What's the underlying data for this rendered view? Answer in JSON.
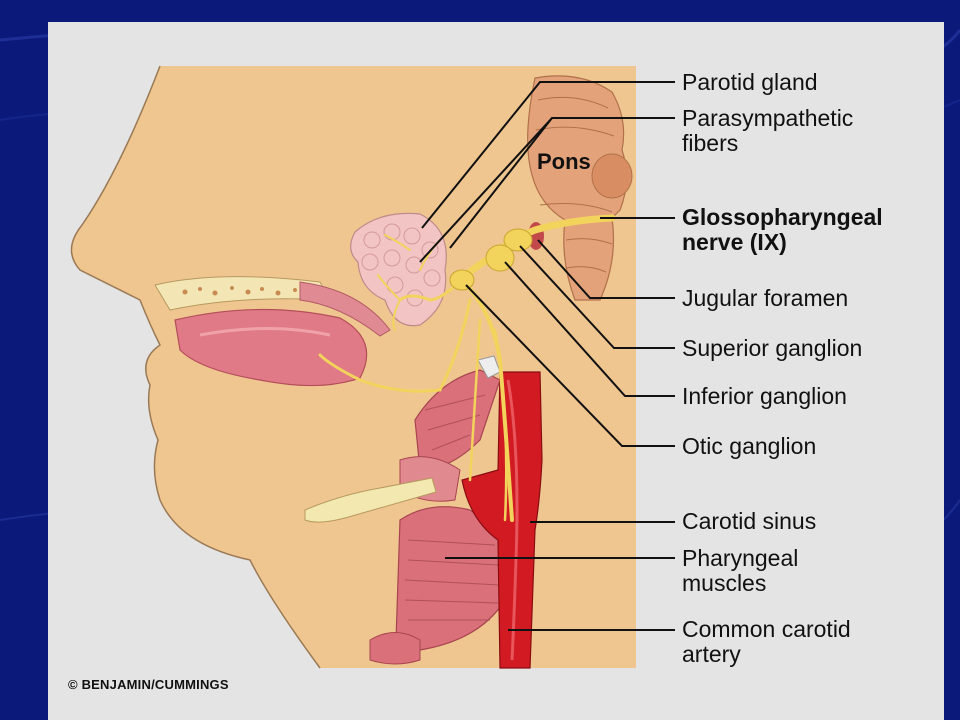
{
  "structure_label": "Pons",
  "labels": [
    {
      "id": "parotid-gland",
      "lines": [
        "Parotid gland"
      ],
      "bold": false
    },
    {
      "id": "parasympathetic-fibers",
      "lines": [
        "Parasympathetic",
        "fibers"
      ],
      "bold": false
    },
    {
      "id": "glossopharyngeal-nerve",
      "lines": [
        "Glossopharyngeal",
        "nerve (IX)"
      ],
      "bold": true
    },
    {
      "id": "jugular-foramen",
      "lines": [
        "Jugular foramen"
      ],
      "bold": false
    },
    {
      "id": "superior-ganglion",
      "lines": [
        "Superior ganglion"
      ],
      "bold": false
    },
    {
      "id": "inferior-ganglion",
      "lines": [
        "Inferior ganglion"
      ],
      "bold": false
    },
    {
      "id": "otic-ganglion",
      "lines": [
        "Otic ganglion"
      ],
      "bold": false
    },
    {
      "id": "carotid-sinus",
      "lines": [
        "Carotid sinus"
      ],
      "bold": false
    },
    {
      "id": "pharyngeal-muscles",
      "lines": [
        "Pharyngeal",
        "muscles"
      ],
      "bold": false
    },
    {
      "id": "common-carotid-artery",
      "lines": [
        "Common carotid",
        "artery"
      ],
      "bold": false
    }
  ],
  "credit": "© BENJAMIN/CUMMINGS",
  "colors": {
    "background": "#0b1a7a",
    "panel": "#e4e4e4",
    "skin": "#efc690",
    "nerve": "#f2d35c",
    "muscle": "#d9707a",
    "artery": "#d11a22"
  }
}
